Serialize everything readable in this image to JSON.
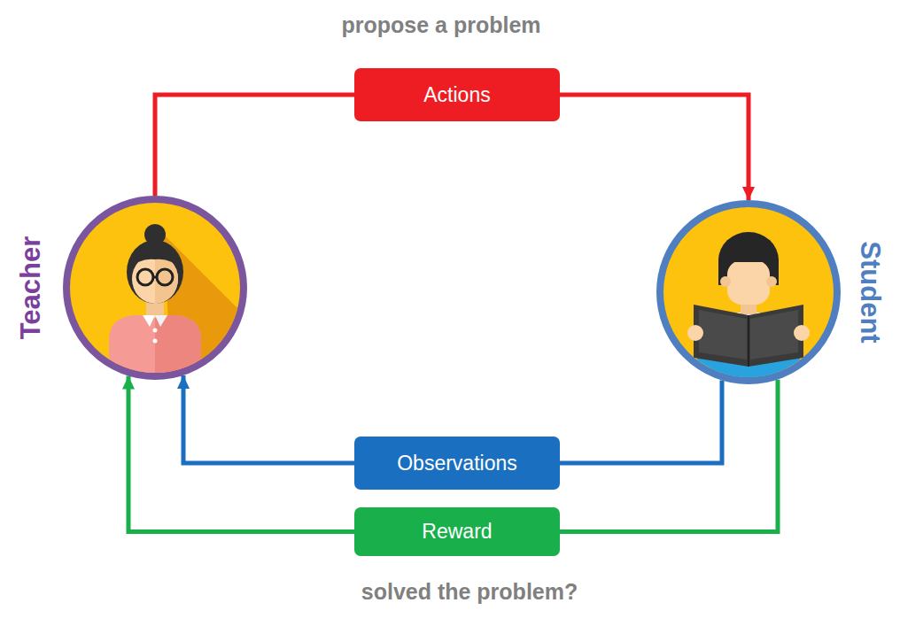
{
  "diagram": {
    "nodes": [
      {
        "text": [
          "Actions"
        ]
      },
      {
        "text": [
          "Teacher"
        ]
      },
      {
        "text": [
          "Student"
        ]
      },
      {
        "text": [
          "Observations"
        ]
      },
      {
        "text": [
          "Reward"
        ]
      }
    ],
    "edges": [
      {
        "from": 1,
        "to": 0,
        "arrow": "none"
      },
      {
        "from": 0,
        "to": 2,
        "arrow": "to"
      },
      {
        "from": 2,
        "to": 3,
        "arrow": "none"
      },
      {
        "from": 3,
        "to": 1,
        "arrow": "to"
      },
      {
        "from": 2,
        "to": 4,
        "arrow": "none"
      },
      {
        "from": 4,
        "to": 1,
        "arrow": "to"
      }
    ],
    "labels": [
      "propose a problem",
      "solved the problem?"
    ]
  }
}
